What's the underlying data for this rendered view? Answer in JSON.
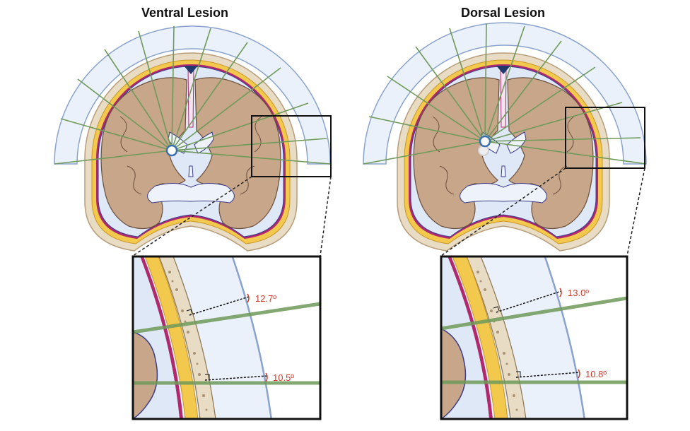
{
  "panels": [
    {
      "title": "Ventral Lesion",
      "angles": [
        "12.7º",
        "10.5º"
      ]
    },
    {
      "title": "Dorsal Lesion",
      "angles": [
        "13.0º",
        "10.8º"
      ]
    }
  ],
  "colors": {
    "brain": "#c7a68a",
    "brain_outline": "#6b4f3c",
    "csf": "#dfe8f7",
    "skull": "#e8dcc4",
    "dura_yellow": "#f2c94c",
    "pia_magenta": "#b0286e",
    "fan_fill": "#eaf1fb",
    "fan_stroke": "#8aa3cc",
    "ray_green": "#6f9a5a",
    "angle_red": "#d4392b",
    "lesion_blue": "#3a6fb0"
  }
}
